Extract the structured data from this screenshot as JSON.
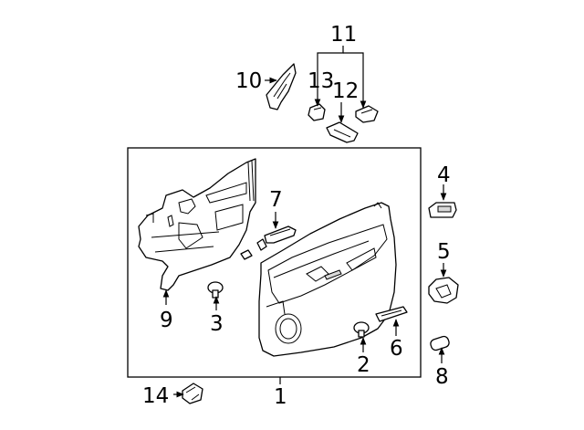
{
  "callouts": {
    "c1": "1",
    "c2": "2",
    "c3": "3",
    "c4": "4",
    "c5": "5",
    "c6": "6",
    "c7": "7",
    "c8": "8",
    "c9": "9",
    "c10": "10",
    "c11": "11",
    "c12": "12",
    "c13": "13",
    "c14": "14"
  },
  "colors": {
    "line": "#000000",
    "background": "#ffffff",
    "shade": "#d9d9d9"
  }
}
